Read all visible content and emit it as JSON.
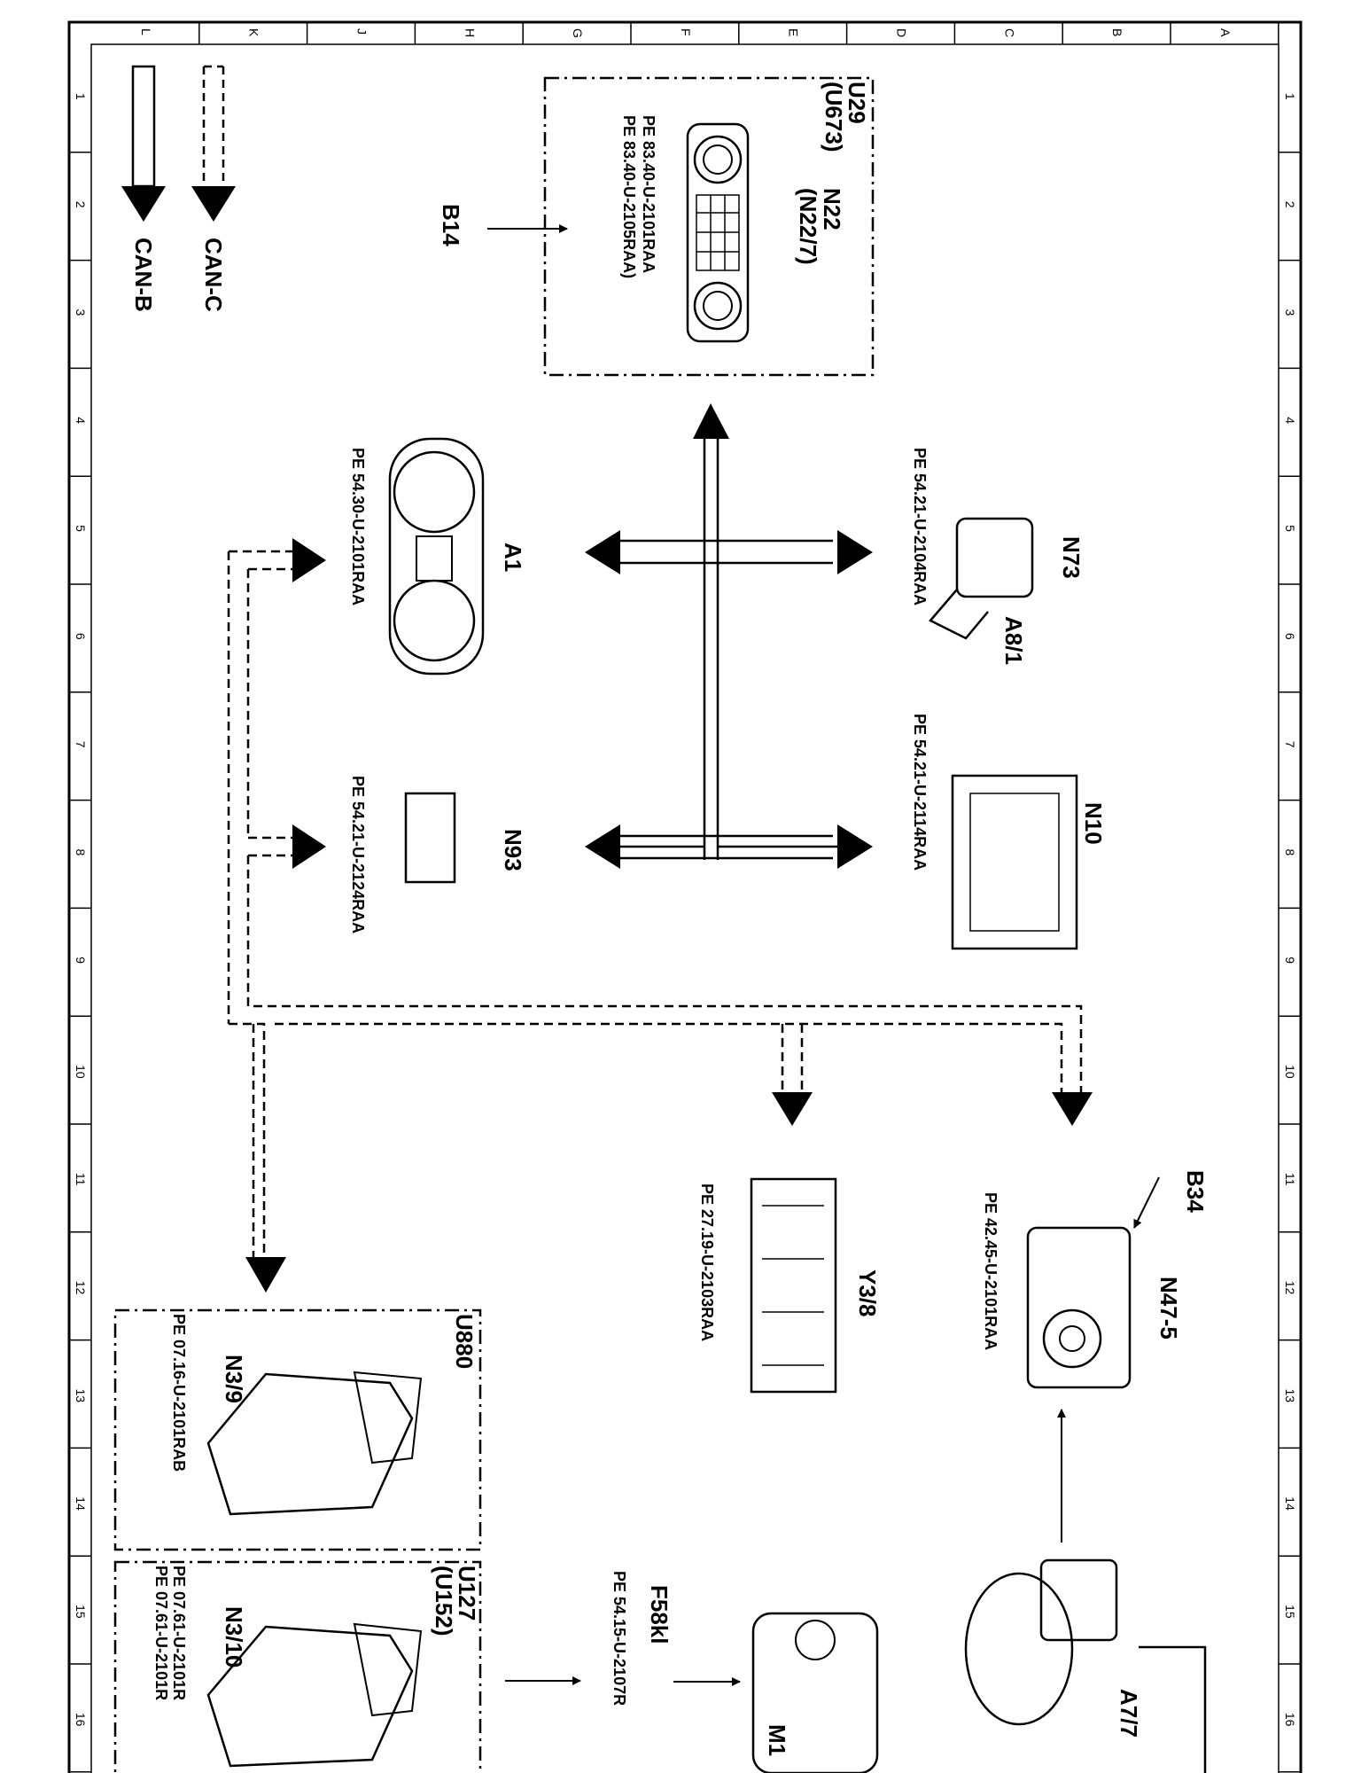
{
  "grid": {
    "letters": [
      "L",
      "K",
      "J",
      "H",
      "G",
      "F",
      "E",
      "D",
      "C",
      "B",
      "A"
    ],
    "numbers": [
      "1",
      "2",
      "3",
      "4",
      "5",
      "6",
      "7",
      "8",
      "9",
      "10",
      "11",
      "12",
      "13",
      "14",
      "15",
      "16"
    ]
  },
  "legend": {
    "can_c": "CAN-C",
    "can_b": "CAN-B"
  },
  "components": {
    "u29": "U29",
    "u673": "(U673)",
    "n22": "N22",
    "n22_7": "(N22/7)",
    "b14": "B14",
    "ref_u29_a": "PE 83.40-U-2101RAA",
    "ref_u29_b": "PE 83.40-U-2105RAA)",
    "n73": "N73",
    "a8_1": "A8/1",
    "ref_n73": "PE 54.21-U-2104RAA",
    "n10": "N10",
    "ref_n10": "PE 54.21-U-2114RAA",
    "a1": "A1",
    "ref_a1": "PE 54.30-U-2101RAA",
    "n93": "N93",
    "ref_n93": "PE 54.21-U-2124RAA",
    "b34": "B34",
    "n47_5": "N47-5",
    "ref_n47": "PE 42.45-U-2101RAA",
    "y3_8": "Y3/8",
    "ref_y3": "PE 27.19-U-2103RAA",
    "u880": "U880",
    "n3_9": "N3/9",
    "ref_n3_9": "PE 07.16-U-2101RAB",
    "u127": "U127",
    "u152": "(U152)",
    "n3_10": "N3/10",
    "ref_n3_10_a": "PE 07.61-U-2101R",
    "ref_n3_10_b": "PE 07.61-U-2101R",
    "a7_7": "A7/7",
    "f58kl": "F58kl",
    "m1": "M1",
    "ref_m1": "PE 54.15-U-2107R"
  }
}
